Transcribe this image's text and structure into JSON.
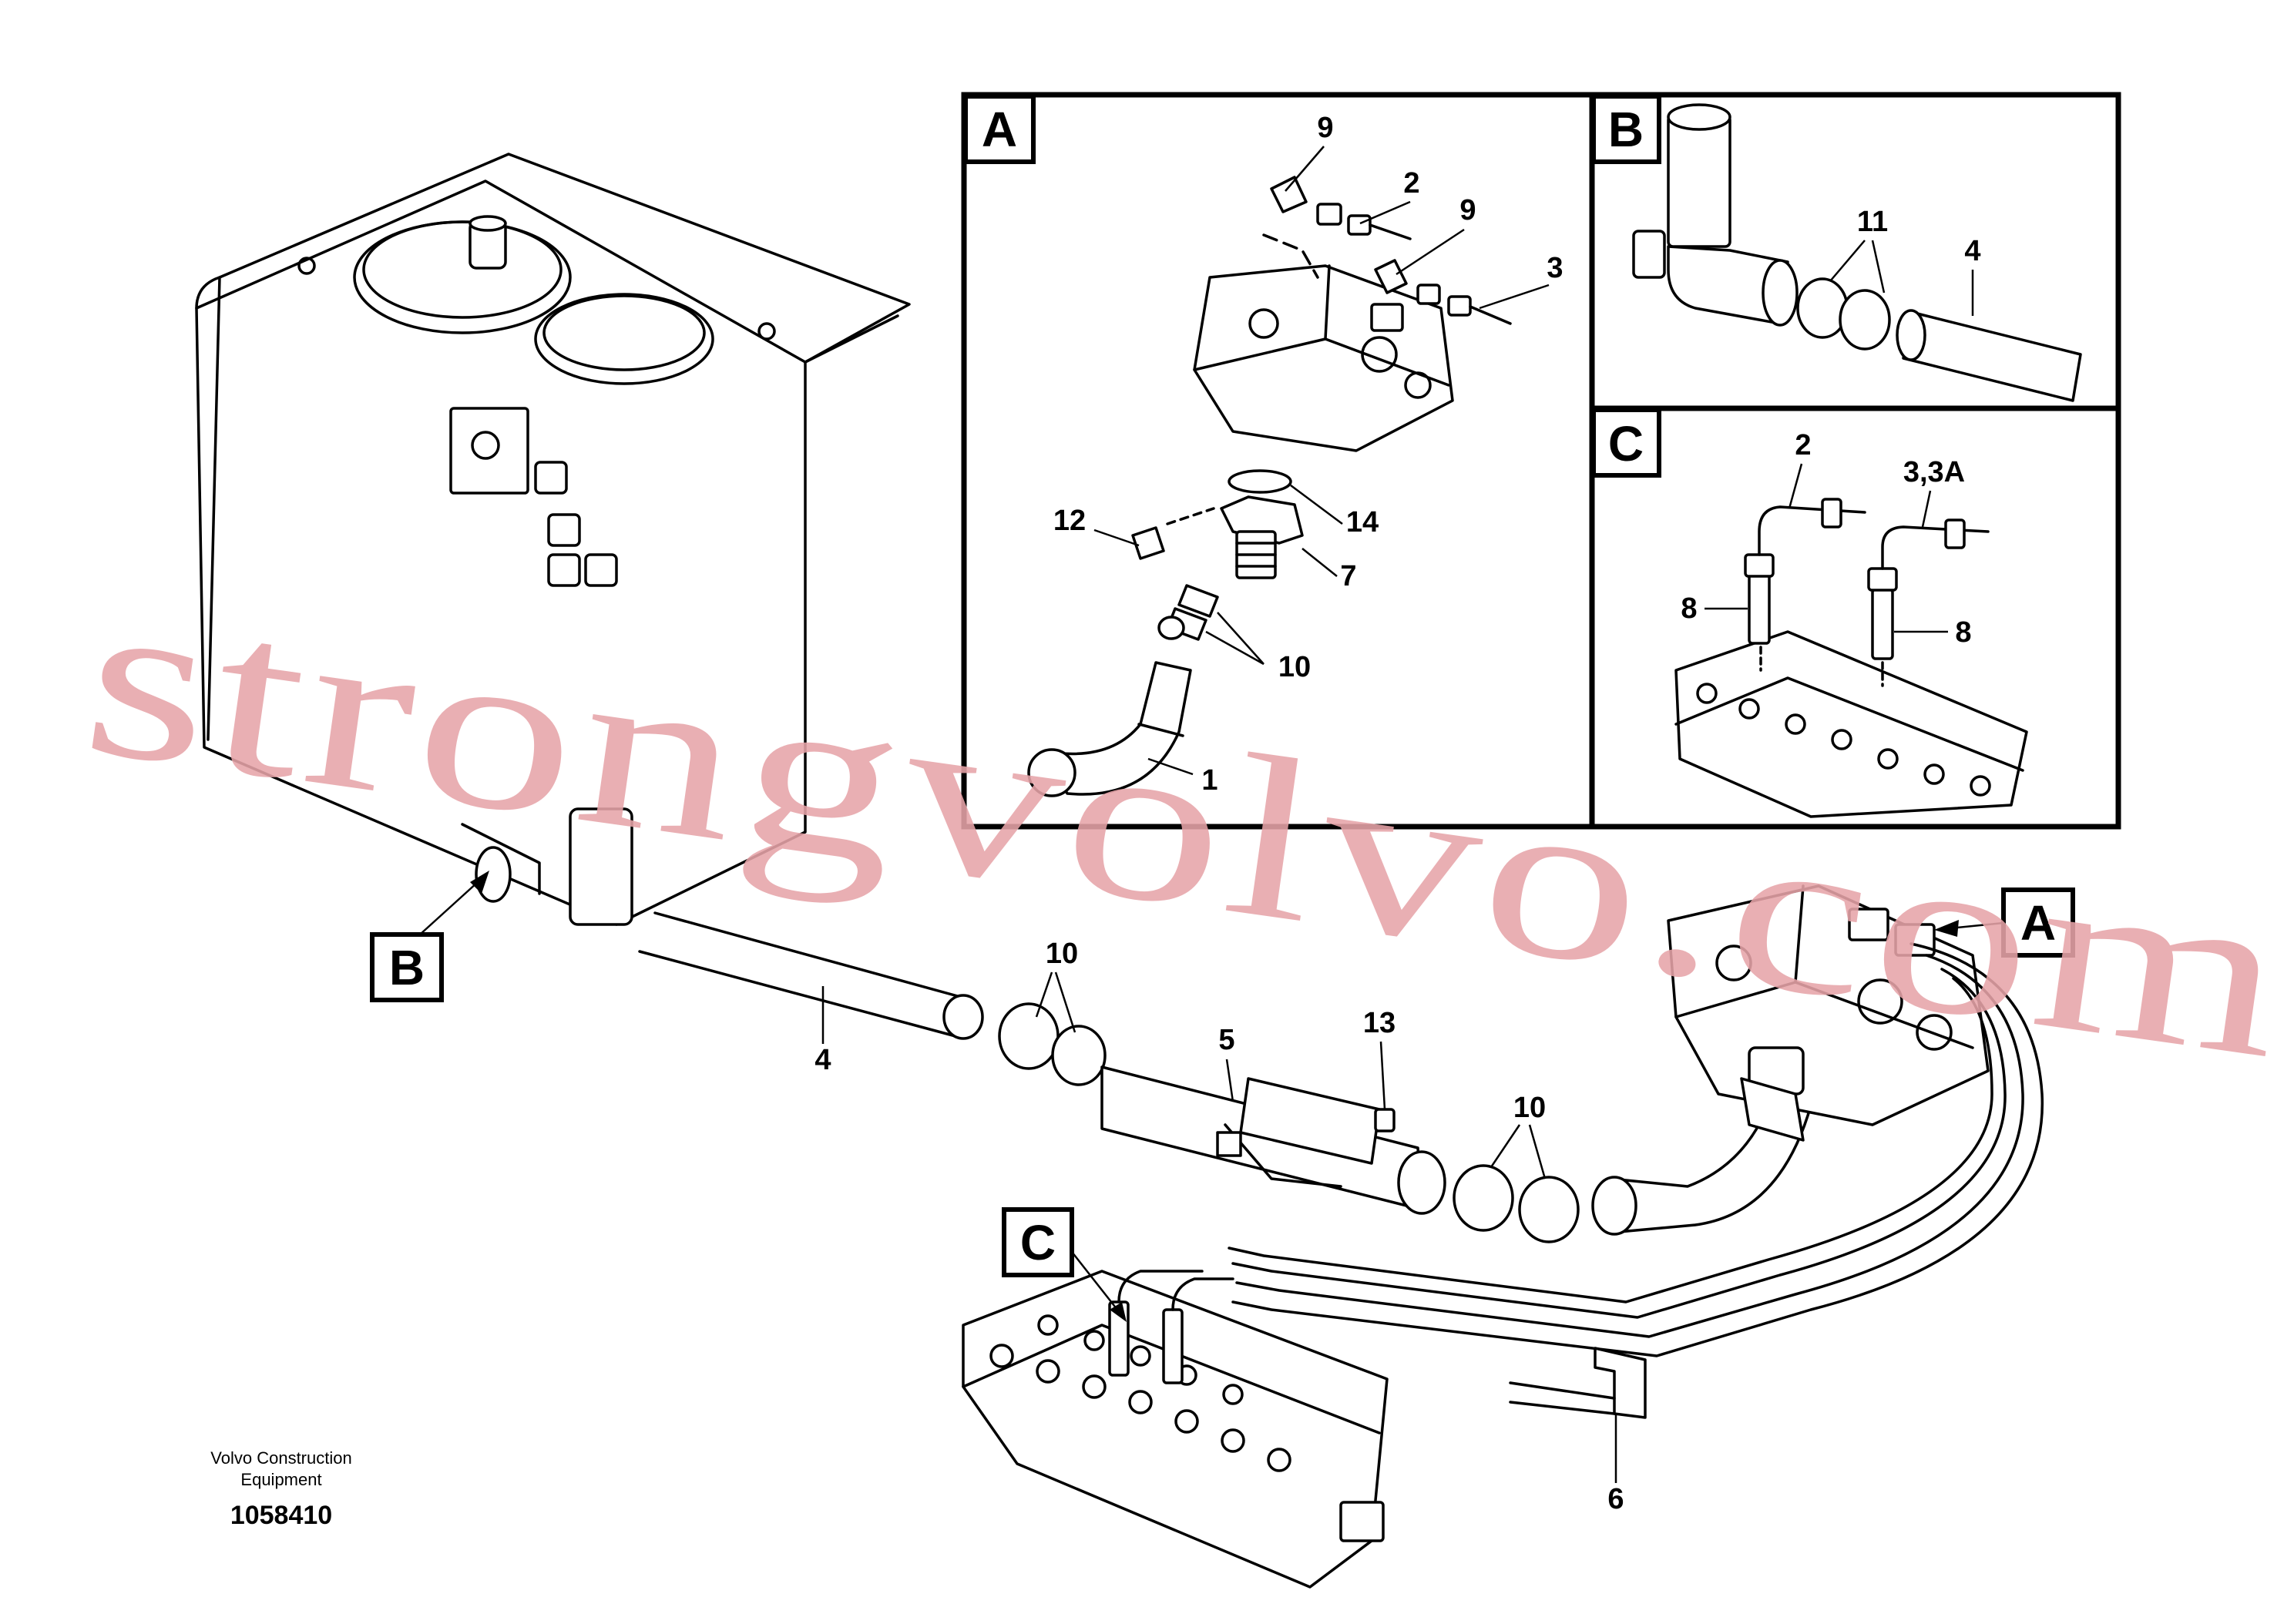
{
  "callouts": {
    "n1": "1",
    "n2": "2",
    "n3": "3",
    "n4": "4",
    "n5": "5",
    "n6": "6",
    "n7": "7",
    "n8": "8",
    "n9": "9",
    "n10": "10",
    "n11": "11",
    "n12": "12",
    "n13": "13",
    "n14": "14",
    "n33a": "3,3A"
  },
  "views": {
    "a": "A",
    "b": "B",
    "c": "C"
  },
  "footer": {
    "maker_line1": "Volvo Construction",
    "maker_line2": "Equipment",
    "doc_number": "1058410"
  },
  "watermark": "strongvolvo.com",
  "colors": {
    "ink": "#000000",
    "paper": "#ffffff",
    "watermark": "#e7a4a9"
  }
}
